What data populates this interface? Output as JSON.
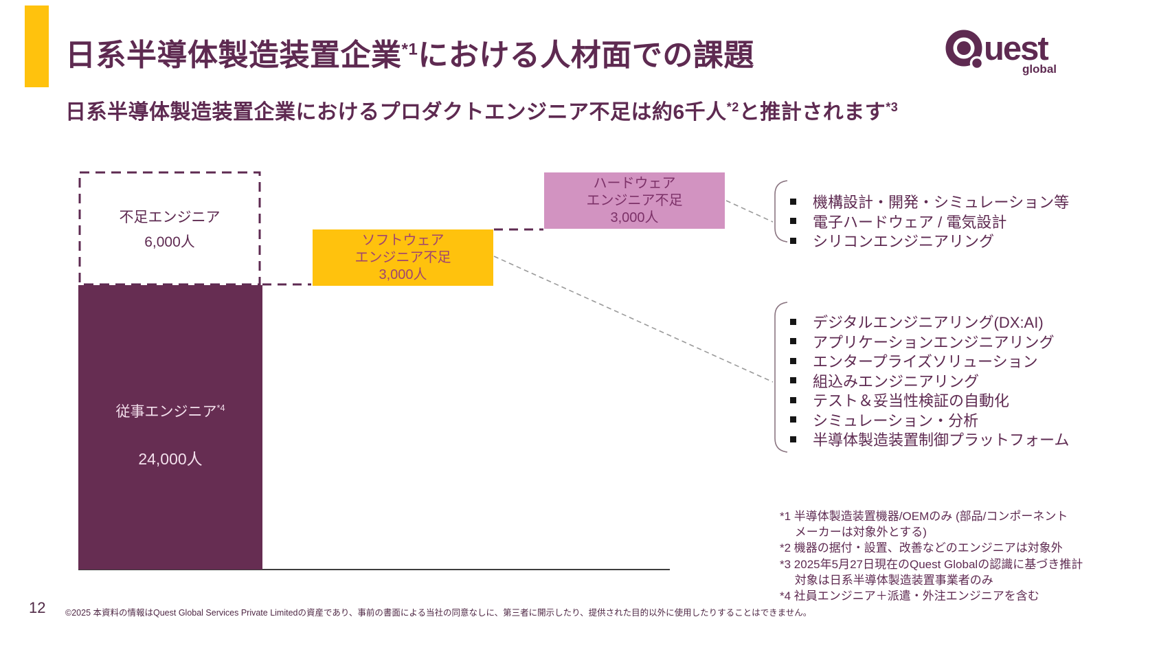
{
  "header": {
    "title": {
      "part1": "日系半導体製造装置企業",
      "sup1": "*1",
      "part2": "における人材面での課題"
    },
    "subtitle": {
      "part1": "日系半導体製造装置企業におけるプロダクトエンジニア不足は約6千人",
      "sup1": "*2",
      "part2": "と推計されます",
      "sup2": "*3"
    },
    "logo": {
      "brand": "uest",
      "sub": "global"
    }
  },
  "diagram": {
    "shortage_box": {
      "line1": "不足エンジニア",
      "line2": "6,000人"
    },
    "employed_bar": {
      "label": "従事エンジニア",
      "sup": "*4",
      "value": "24,000人"
    },
    "software_box": {
      "line1": "ソフトウェア",
      "line2": "エンジニア不足",
      "line3": "3,000人"
    },
    "hardware_box": {
      "line1": "ハードウェア",
      "line2": "エンジニア不足",
      "line3": "3,000人"
    },
    "hardware_items": [
      "機構設計・開発・シミュレーション等",
      "電子ハードウェア / 電気設計",
      "シリコンエンジニアリング"
    ],
    "software_items": [
      "デジタルエンジニアリング(DX:AI)",
      "アプリケーションエンジニアリング",
      "エンタープライズソリューション",
      "組込みエンジニアリング",
      "テスト＆妥当性検証の自動化",
      "シミュレーション・分析",
      "半導体製造装置制御プラットフォーム"
    ]
  },
  "footnotes": [
    "*1 半導体製造装置機器/OEMのみ (部品/コンポーネント",
    "　 メーカーは対象外とする)",
    "*2 機器の据付・設置、改善などのエンジニアは対象外",
    "*3 2025年5月27日現在のQuest Globalの認識に基づき推計",
    "　 対象は日系半導体製造装置事業者のみ",
    "*4 社員エンジニア＋派遣・外注エンジニアを含む"
  ],
  "footer": {
    "page_number": "12",
    "copyright": "©2025 本資料の情報はQuest Global Services Private Limitedの資産であり、事前の書面による当社の同意なしに、第三者に開示したり、提供された目的以外に使用したりすることはできません。"
  },
  "colors": {
    "accent_yellow": "#FFC20D",
    "brand_purple": "#5E2A51",
    "bar_purple": "#662D52",
    "hardware_pink": "#D293C1",
    "connector_gray": "#9A9A9A"
  }
}
